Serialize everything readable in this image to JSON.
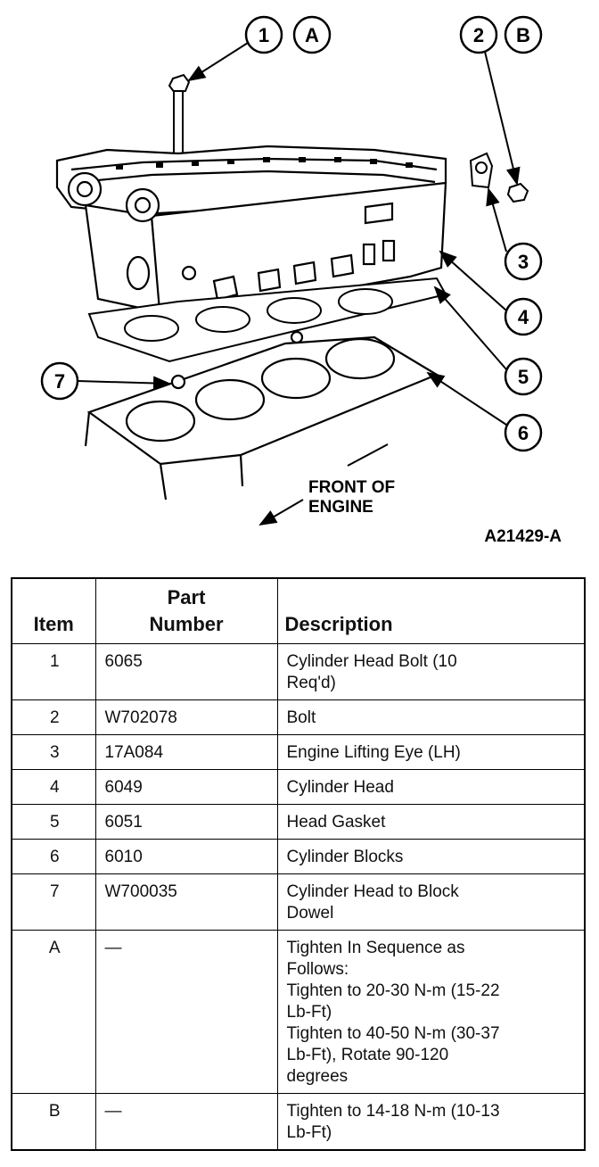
{
  "figure": {
    "callouts": [
      "1",
      "A",
      "2",
      "B",
      "3",
      "4",
      "5",
      "6",
      "7"
    ],
    "front_label_line1": "FRONT OF",
    "front_label_line2": "ENGINE",
    "figure_id": "A21429-A"
  },
  "table": {
    "headers": {
      "item": "Item",
      "part_line1": "Part",
      "part_line2": "Number",
      "description": "Description"
    },
    "rows": [
      {
        "item": "1",
        "part": "6065",
        "desc": [
          "Cylinder Head Bolt (10",
          "Req'd)"
        ]
      },
      {
        "item": "2",
        "part": "W702078",
        "desc": [
          "Bolt"
        ]
      },
      {
        "item": "3",
        "part": "17A084",
        "desc": [
          "Engine Lifting Eye (LH)"
        ]
      },
      {
        "item": "4",
        "part": "6049",
        "desc": [
          "Cylinder Head"
        ]
      },
      {
        "item": "5",
        "part": "6051",
        "desc": [
          "Head Gasket"
        ]
      },
      {
        "item": "6",
        "part": "6010",
        "desc": [
          "Cylinder Blocks"
        ]
      },
      {
        "item": "7",
        "part": "W700035",
        "desc": [
          "Cylinder Head to Block",
          "Dowel"
        ]
      },
      {
        "item": "A",
        "part": "—",
        "desc": [
          "Tighten In Sequence as",
          "Follows:",
          "Tighten to 20-30 N-m (15-22",
          "Lb-Ft)",
          "Tighten to 40-50 N-m (30-37",
          "Lb-Ft), Rotate 90-120",
          "degrees"
        ]
      },
      {
        "item": "B",
        "part": "—",
        "desc": [
          "Tighten to 14-18 N-m (10-13",
          "Lb-Ft)"
        ]
      }
    ]
  }
}
